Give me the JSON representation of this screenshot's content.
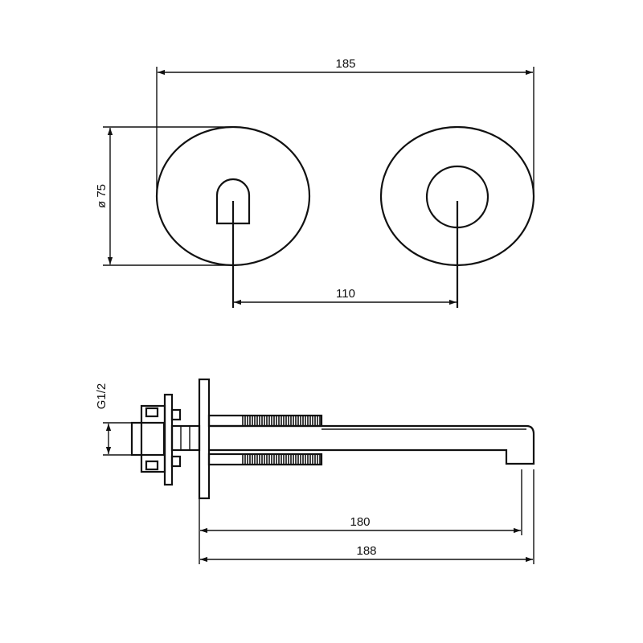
{
  "dimensions": {
    "overall_width": "185",
    "plate_diameter": "ø 75",
    "centre_distance": "110",
    "thread": "G1/2",
    "spout_projection": "180",
    "overall_depth": "188"
  }
}
